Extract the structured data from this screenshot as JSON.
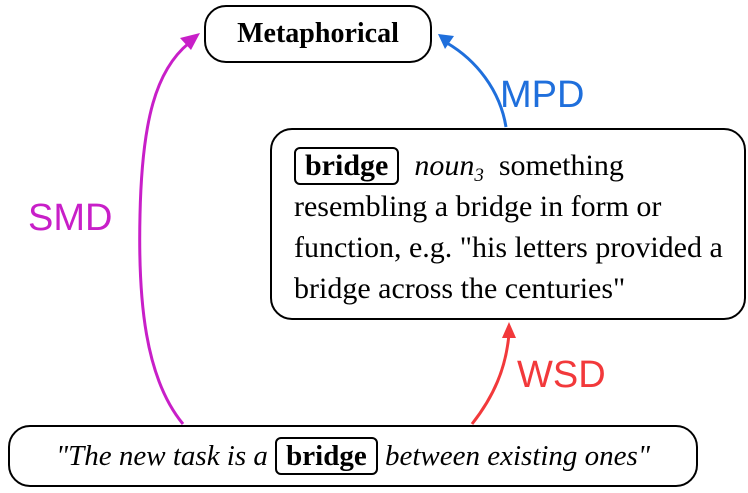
{
  "diagram": {
    "top_node": {
      "label": "Metaphorical"
    },
    "definition_node": {
      "word": "bridge",
      "pos_base": "noun",
      "pos_sense": "3",
      "text": "something resembling a bridge in form or function, e.g. \"his letters provided a bridge across the centuries\""
    },
    "sentence_node": {
      "prefix": "\"The new task is a",
      "word": "bridge",
      "suffix": "between existing ones\""
    },
    "edges": {
      "mpd": {
        "label": "MPD",
        "color": "#1f6fdc"
      },
      "smd": {
        "label": "SMD",
        "color": "#c81fc8"
      },
      "wsd": {
        "label": "WSD",
        "color": "#f2393b"
      }
    }
  }
}
